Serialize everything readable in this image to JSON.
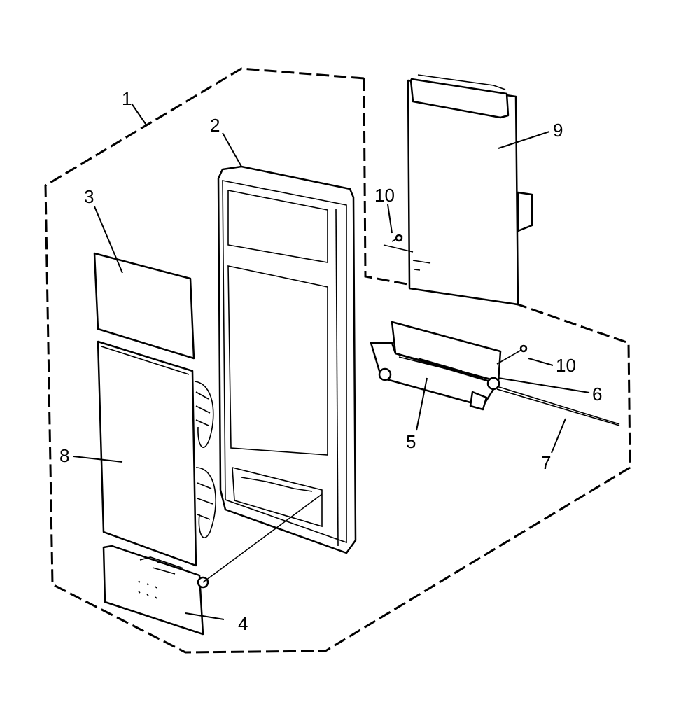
{
  "diagram": {
    "callouts": [
      {
        "id": "c1",
        "label": "1"
      },
      {
        "id": "c2",
        "label": "2"
      },
      {
        "id": "c3",
        "label": "3"
      },
      {
        "id": "c4",
        "label": "4"
      },
      {
        "id": "c5",
        "label": "5"
      },
      {
        "id": "c6",
        "label": "6"
      },
      {
        "id": "c7",
        "label": "7"
      },
      {
        "id": "c8",
        "label": "8"
      },
      {
        "id": "c9",
        "label": "9"
      },
      {
        "id": "c10a",
        "label": "10"
      },
      {
        "id": "c10b",
        "label": "10"
      }
    ]
  }
}
